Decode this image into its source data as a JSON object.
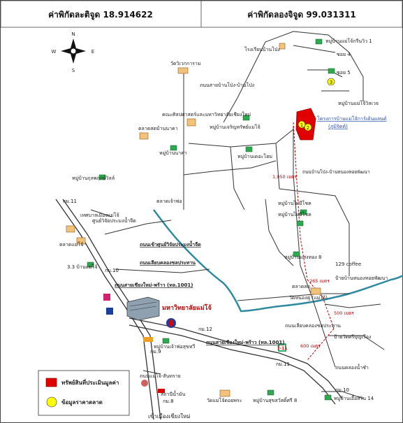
{
  "header": {
    "latitude_text": "ค่าพิกัดละติจูด 18.914622",
    "longitude_text": "ค่าพิกัดลองจิจูด 99.031311"
  },
  "compass": {
    "n": "N",
    "s": "S",
    "e": "E",
    "w": "W"
  },
  "labels": {
    "temple_top": "วัดวิเวกการาม",
    "road_bokwang": "ถนนสายบ้านโป่ง-บ้านโป่ง",
    "school_top_right": "โรงเรียนบ้านโป่ง",
    "village_1": "หมู่บ้านแม่โจ้กรีนวิว 1",
    "soi_4": "ซอย 4",
    "soi_5": "ซอย 5",
    "village_oakrin": "หมู่บ้านแม่โจ้วิลเวจ",
    "faculty": "คณะศิลปศาสตร์และมหาวิทยาลัยเชียงใหม่",
    "village_charoen": "หมู่บ้านเจริญทรัพย์แม่โจ้",
    "project_name": "โครงการบ้านแม่โจ้การ์เด้นแลนด์",
    "project_sub": "(ภูมิจิตต์)",
    "office_left": "ตลาดสดบ้านนาคา",
    "village_nakha": "หมู่บ้านนาคา",
    "village_huay": "หมู่บ้านเดอะโฮม",
    "road_nongpa": "ถนนบ้านโป่ง-บ้านหนองหอยพัฒนา",
    "dist_1950": "1,950 เมตร",
    "village_left_mid": "หมู่บ้านกุลพฤกษ์วิลล์",
    "market_left": "ตลาดเจ้าพ่อ",
    "km_11_left": "กม.11",
    "park_left": "เทศบาลเมืองแม่โจ้",
    "center_left": "ศูนย์วิจัยประมงน้ำจืด",
    "village_maejo_left": "ตลาดแม่โจ้",
    "village_33": "3.3 บ้านแม่โจ้",
    "km_10_left": "กม.10",
    "road_center": "ถนนเข้าศูนย์วิจัยประมงน้ำจืด",
    "village_mainmi": "หมู่บ้านไผ่มีโชค",
    "village_right_mid": "หมู่บ้านไผ่มีโชค",
    "road_canal": "ถนนเลียบคลองชลประทาน",
    "village_mai": "หมู่บ้านแสงทอง 8",
    "road_cm": "ถนนสายเชียงใหม่-พร้าว (ทล.1001)",
    "coffee": "129 coffee",
    "market_right": "ตลาดสด",
    "village_sanpong": "ป้ายบ้านหนองหอยพัฒนา",
    "temple_right": "วัดหนองคู่ (แม่โจ้)",
    "dist_265": "265 เมตร",
    "university": "มหาวิทยาลัยแม่โจ้",
    "dist_500": "500 เมตร",
    "road_canal2": "ถนนเลียบคลองชลประทาน",
    "km_12": "กม.12",
    "road_cm2": "ถนนสายเชียงใหม่-พร้าว (ทล.1001)",
    "dist_600": "600 เมตร",
    "road_right_bottom": "ป้ายวัดศรีบุญเรือง",
    "village_bottom": "หมู่บ้านเจ้าพ่อสุขทวี",
    "km_9": "กม.9",
    "seven": "7-11",
    "km_11_right": "กม.11",
    "road_ramp": "ถนนแม่โจ้-สันทราย",
    "road_sanpong": "ถนนคลองน้ำชำ",
    "km_10_right": "กม.10",
    "village_14": "หมู่บ้านเอื้อสิริน 14",
    "temple_bottom": "วัดแม่โจ้ดอยพระ",
    "village_8": "หมู่บ้านสุขสวัสดิ์ศรี 8",
    "km_8": "กม.8",
    "to_city": "เข้าเมืองเชียงใหม่",
    "label_tgh": "สถานีน้ำมัน"
  },
  "legend": {
    "asset_label": "ทรัพย์สินที่ประเมินมูลค่า",
    "market_label": "ข้อมูลราคาตลาด"
  },
  "markers": [
    "1",
    "2",
    "3"
  ],
  "colors": {
    "asset": "#e00000",
    "market": "#ffff00",
    "river": "#2f8aa0",
    "distance": "#c00000"
  }
}
